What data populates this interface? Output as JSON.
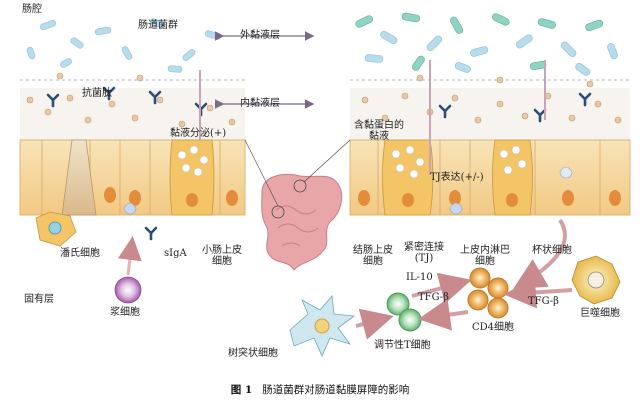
{
  "labels": {
    "lumen": "肠腔",
    "microbiota": "肠道菌群",
    "outer_mucus": "外黏液层",
    "inner_mucus": "内黏液层",
    "amp": "抗菌肽",
    "mucus_secretion": "黏液分泌(+)",
    "mucin_mucus_line1": "含黏蛋白的",
    "mucin_mucus_line2": "黏液",
    "tj_expression": "TJ表达(+/-)",
    "paneth_cell": "潘氏细胞",
    "siga": "sIgA",
    "si_epithelium_line1": "小肠上皮",
    "si_epithelium_line2": "细胞",
    "colon_epithelium_line1": "结肠上皮",
    "colon_epithelium_line2": "细胞",
    "tight_junction_line1": "紧密连接",
    "tight_junction_line2": "(TJ)",
    "iel_line1": "上皮内淋巴",
    "iel_line2": "细胞",
    "goblet_cell": "杯状细胞",
    "lamina_propria": "固有层",
    "plasma_cell": "浆细胞",
    "il10": "IL-10",
    "tgfb_left": "TFG-β",
    "tgfb_right": "TFG-β",
    "cd4_cell": "CD4细胞",
    "macrophage": "巨噬细胞",
    "dendritic_cell": "树突状细胞",
    "treg_cell": "调节性T细胞"
  },
  "caption": {
    "figure_number": "图 1",
    "text": "肠道菌群对肠道黏膜屏障的影响"
  },
  "colors": {
    "bacteria_blue": "#a9d3e6",
    "bacteria_teal": "#7ec9b8",
    "epithelium": "#f6d9a0",
    "goblet": "#f3c566",
    "paneth": "#e9cfa3",
    "nucleus": "#e58c3a",
    "antibody": "#2b4d7a",
    "arrow_pink": "#c9888c",
    "cd4": "#e8a642",
    "treg": "#7fc58c"
  }
}
